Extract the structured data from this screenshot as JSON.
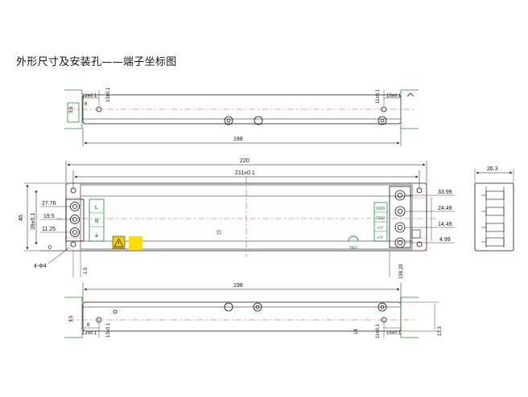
{
  "title": "外形尺寸及安装孔——端子坐标图",
  "top_view": {
    "length": "198",
    "hole_left_x": "12±0.1",
    "hole_left_y": "13±0.1",
    "hole_right_x": "15±0.1",
    "hole_right_y": "11±0.1",
    "dim_6": "6",
    "dim_3_5": "3.5"
  },
  "main_view": {
    "overall_length": "220",
    "hole_spacing": "211±0.1",
    "height": "46",
    "hole_height": "39±0.1",
    "left_coords": [
      "27.76",
      "19.5",
      "11.25",
      "0"
    ],
    "right_coords": [
      "33.99",
      "24.49",
      "14.49",
      "4.99"
    ],
    "holes": "4-Φ4",
    "dim_1_5": "1.5",
    "dim_198_29": "198.29",
    "input_labels": [
      "L",
      "N",
      "⏚"
    ],
    "output_labels": [
      "GND",
      "GND",
      "+V",
      "+V"
    ]
  },
  "side_view": {
    "width": "26.3"
  },
  "bottom_view": {
    "length": "198",
    "hole_left_x": "12±0.1",
    "hole_left_y": "13±0.1",
    "hole_right_x": "15±0.1",
    "hole_right_y": "11±0.1",
    "dim_14": "14",
    "dim_13_3": "13.3",
    "dim_3_5": "3.5",
    "dim_6": "6"
  }
}
